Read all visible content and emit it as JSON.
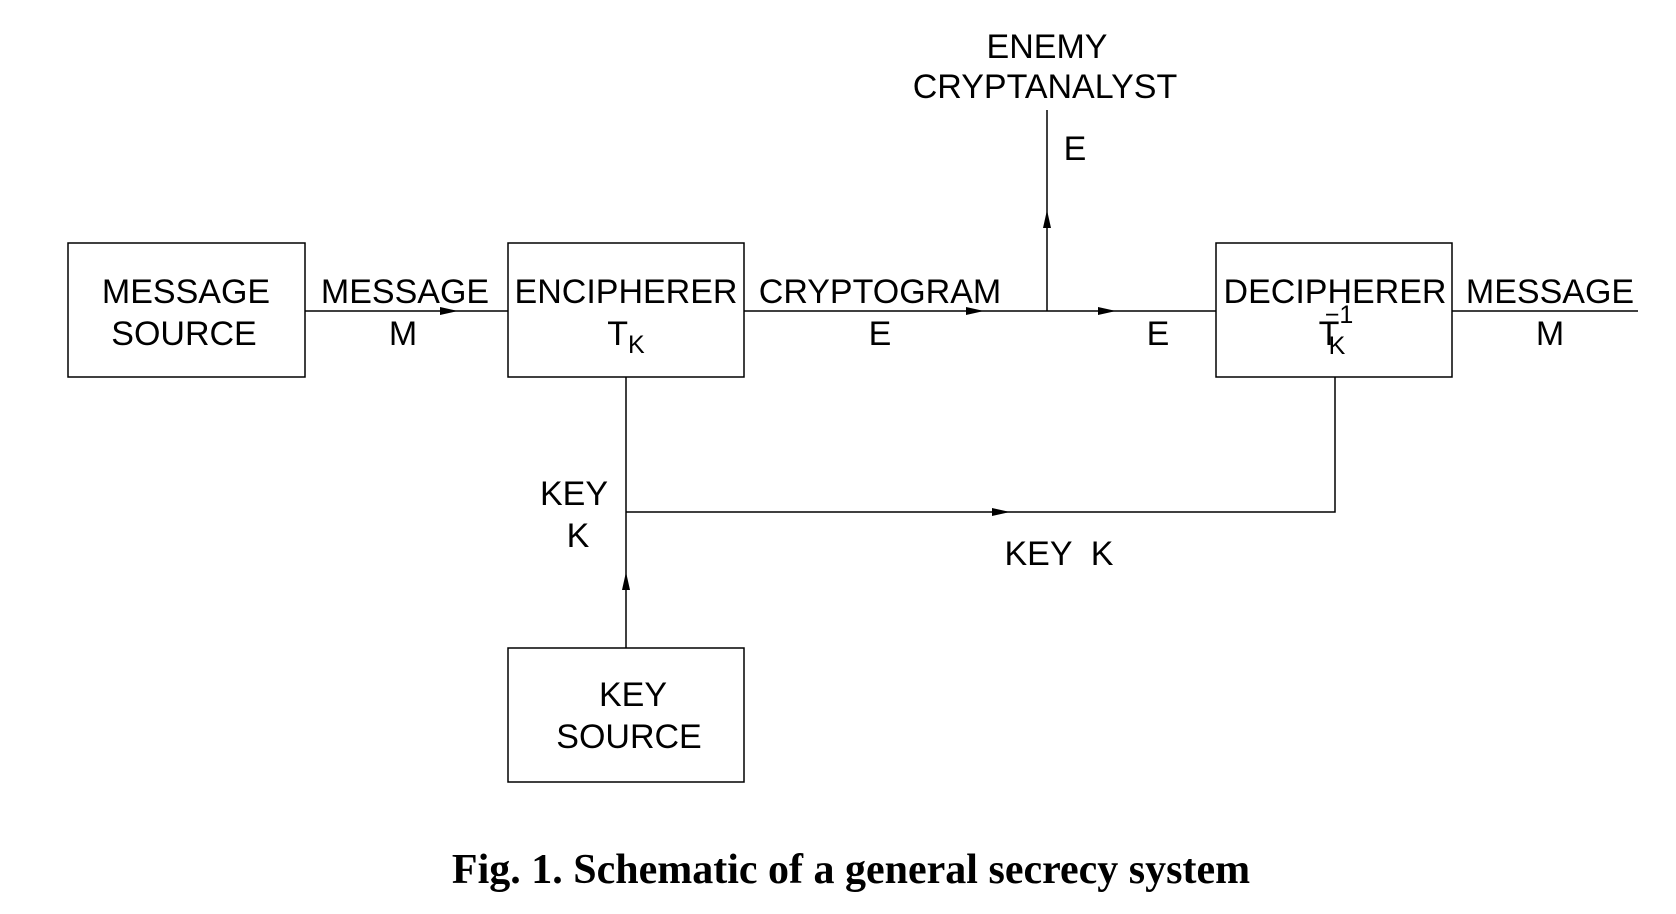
{
  "blocks": {
    "message_source": {
      "line1": "MESSAGE",
      "line2": "SOURCE"
    },
    "encipherer": {
      "line1": "ENCIPHERER",
      "symbol": "T",
      "subscript": "K"
    },
    "decipherer": {
      "line1": "DECIPHERER",
      "symbol": "T",
      "subscript": "K",
      "superscript": "−1"
    },
    "key_source": {
      "line1": "KEY",
      "line2": "SOURCE"
    }
  },
  "signals": {
    "message_in": {
      "line1": "MESSAGE",
      "line2": "M"
    },
    "cryptogram": {
      "line1": "CRYPTOGRAM",
      "line2": "E"
    },
    "cryptogram_to_decipherer": {
      "line1": "E"
    },
    "message_out": {
      "line1": "MESSAGE",
      "line2": "M"
    },
    "enemy": {
      "line1": "ENEMY",
      "line2": "CRYPTANALYST",
      "signal": "E"
    },
    "key_to_encipherer": {
      "line1": "KEY",
      "line2": "K"
    },
    "key_to_decipherer": {
      "label": "KEY  K"
    }
  },
  "caption": "Fig. 1. Schematic of a general secrecy system"
}
